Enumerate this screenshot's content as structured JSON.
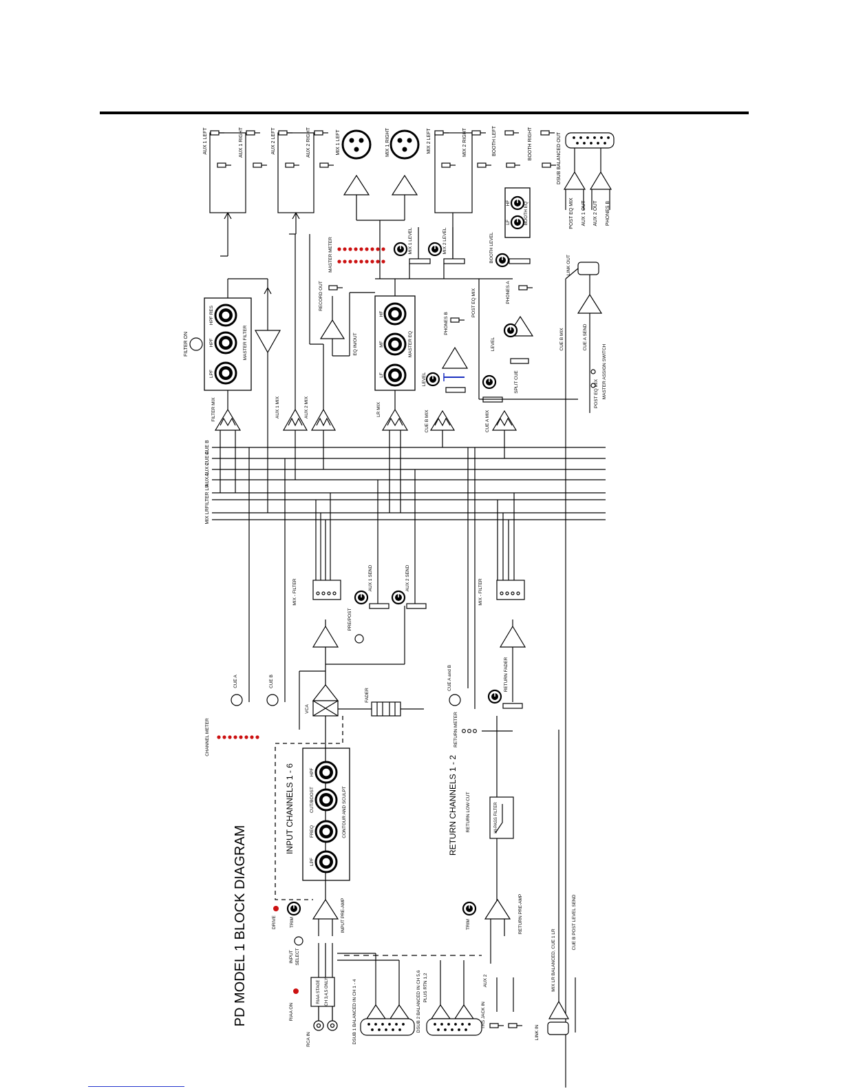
{
  "title": "PD MODEL 1 BLOCK DIAGRAM",
  "sections": {
    "input_channels": "INPUT CHANNELS 1 - 6",
    "return_channels": "RETURN CHANNELS 1 - 2"
  },
  "colors": {
    "ink": "#000000",
    "led": "#cc1111",
    "jumper": "#1a2fbf",
    "accent": "#2233cc"
  },
  "buses": [
    "MIX LR",
    "FILTER LR",
    "AUX 1",
    "AUX 2",
    "CUE A",
    "CUE B"
  ],
  "outputs": [
    "AUX 1 LEFT",
    "AUX 1 RIGHT",
    "AUX 2 LEFT",
    "AUX 2 RIGHT",
    "MIX 1 LEFT",
    "MIX 1 RIGHT",
    "MIX 2 LEFT",
    "MIX 2 RIGHT",
    "BOOTH LEFT",
    "BOOTH RIGHT",
    "DSUB BALANCED OUT"
  ],
  "dsub_out_labels": [
    "POST EQ MIX",
    "AUX 1 OUT",
    "AUX 2 OUT",
    "PHONES B"
  ],
  "inputs": [
    "RCA IN",
    "DSUB 1 BALANCED IN CH 1 - 4",
    "DSUB 2 BALANCED IN CH 5,6",
    "PLUS RTN 1,2",
    "TRS JACK IN",
    "AUX 2",
    "LINK IN",
    "MIX LR BALANCED, CUE 1 LR",
    "CUE B POST LEVEL SEND"
  ],
  "input_section": {
    "riaa_on": "RIAA ON",
    "riaa_stage": [
      "RIAA STAGE",
      "CH 3,4,5 ONLY"
    ],
    "input_select": [
      "INPUT",
      "SELECT"
    ],
    "drive": "DRIVE",
    "trim": "TRIM",
    "preamp": "INPUT PRE-AMP",
    "eq_knobs": [
      "LPF",
      "FREQ",
      "CUT/BOOST",
      "HPF"
    ],
    "eq_name": "CONTOUR AND SCULPT",
    "channel_meter": "CHANNEL METER",
    "vca": "VCA",
    "fader": "FADER",
    "cue_a": "CUE A",
    "cue_b": "CUE B",
    "pre_post": "PRE/POST",
    "aux1_send": "AUX 1 SEND",
    "aux2_send": "AUX 2 SEND",
    "mix_filter": "MIX - FILTER"
  },
  "return_section": {
    "trim": "TRIM",
    "preamp": "RETURN PRE-AMP",
    "low_cut": "RETURN LOW CUT",
    "hipass": "HI-PASS FILTER",
    "meter": "RETURN METER",
    "fader": "RETURN FADER",
    "cue_ab": "CUE A and B",
    "mix_filter": "MIX - FILTER"
  },
  "master_section": {
    "filter_on": "FILTER ON",
    "filter_mix": "FILTER MIX",
    "filter_knobs": [
      "LPF",
      "HPF",
      "HPF RES"
    ],
    "filter_name": "MASTER FILTER",
    "aux1_mix": "AUX 1 MIX",
    "aux2_mix": "AUX 2 MIX",
    "lr_mix": "LR MIX",
    "eq_inout": "EQ IN/OUT",
    "eq_knobs": [
      "LF",
      "MF",
      "HF"
    ],
    "eq_name": "MASTER EQ",
    "record_out": "RECORD OUT",
    "master_meter": "MASTER METER",
    "mix1_level": "MIX 1 LEVEL",
    "mix2_level": "MIX 2 LEVEL",
    "booth_level": "BOOTH LEVEL",
    "booth_eq_knobs": [
      "LF",
      "HF"
    ],
    "booth_eq": "BOOTH EQ",
    "post_eq_mix": "POST EQ MIX",
    "cue_b_mix": "CUE B MIX",
    "cue_a_mix": "CUE A MIX",
    "phones_a": "PHONES A",
    "phones_b": "PHONES B",
    "level": "LEVEL",
    "split_cue": "SPLIT CUE",
    "link_out": "LINK OUT",
    "cue_a_send": "CUE A SEND",
    "post_eq_mix_sw": "POST EQ MIX",
    "master_assign": "MASTER ASSIGN SWITCH"
  }
}
